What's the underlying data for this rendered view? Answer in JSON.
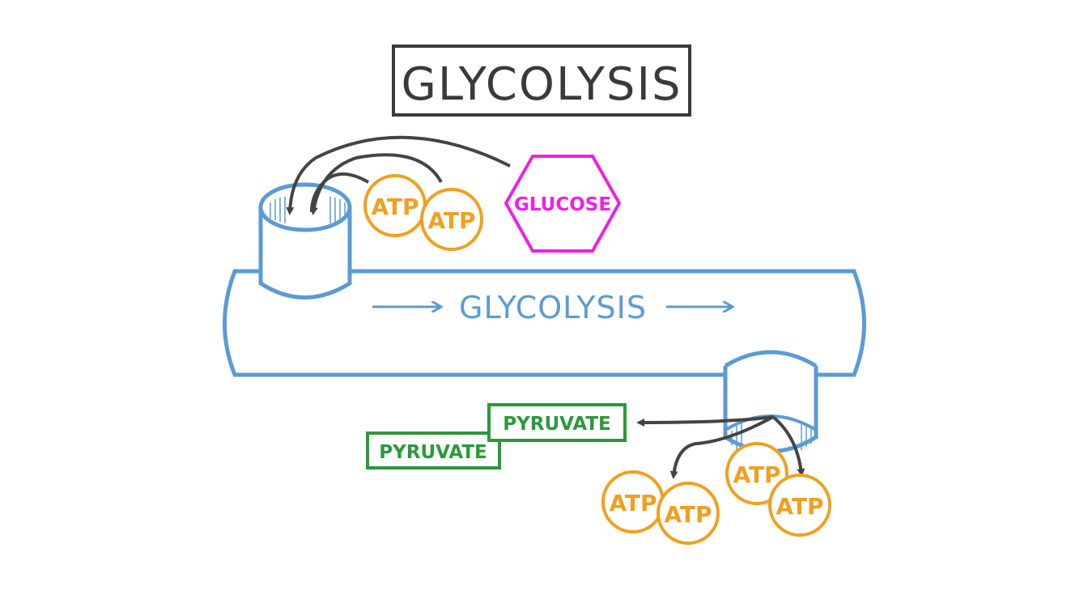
{
  "title": "GLYCOLYSIS",
  "pipe_label": "GLYCOLYSIS",
  "glucose_label": "GLUCOSE",
  "input_atp": [
    "ATP",
    "ATP"
  ],
  "pyruvate": [
    "PYRUVATE",
    "PYRUVATE"
  ],
  "output_atp": [
    "ATP",
    "ATP",
    "ATP",
    "ATP"
  ],
  "colors": {
    "title": "#3a3a3a",
    "pipe": "#5b9bd5",
    "atp": "#f0a020",
    "glucose": "#f020e0",
    "pyruvate": "#2a9a3a",
    "arrow": "#444444"
  }
}
